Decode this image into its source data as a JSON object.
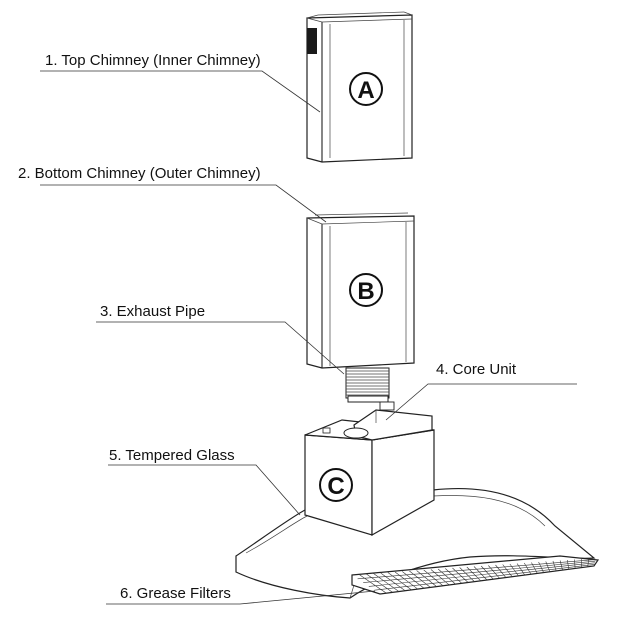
{
  "labels": {
    "top_chimney": "1.  Top Chimney (Inner Chimney)",
    "bottom_chimney": "2. Bottom Chimney (Outer Chimney)",
    "exhaust_pipe": "3. Exhaust Pipe",
    "core_unit": "4. Core Unit",
    "tempered_glass": "5. Tempered Glass",
    "grease_filters": "6. Grease Filters"
  },
  "badges": {
    "a": "A",
    "b": "B",
    "c": "C"
  }
}
